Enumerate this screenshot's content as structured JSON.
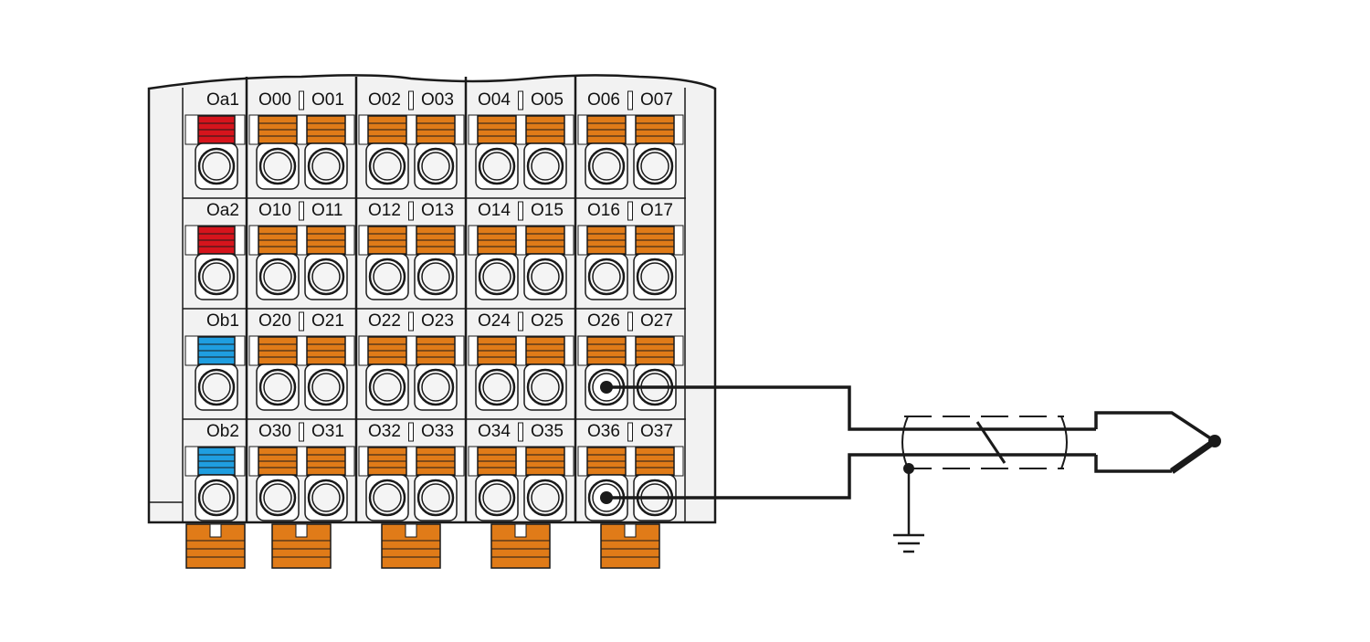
{
  "colors": {
    "orange": "#e07b18",
    "red": "#d6141c",
    "blue": "#1f9ee0",
    "housing": "#f2f2f2",
    "line": "#1a1a1a"
  },
  "modules": [
    {
      "id": "supply",
      "labels": [
        "Oa1",
        "Oa2",
        "Ob1",
        "Ob2"
      ],
      "led_colors": [
        "red",
        "red",
        "blue",
        "blue"
      ],
      "connected": [
        false,
        false,
        false,
        false
      ]
    },
    {
      "id": "module-1",
      "rows": [
        [
          "O00",
          "O01"
        ],
        [
          "O10",
          "O11"
        ],
        [
          "O20",
          "O21"
        ],
        [
          "O30",
          "O31"
        ]
      ],
      "connected": [
        [
          false,
          false
        ],
        [
          false,
          false
        ],
        [
          false,
          false
        ],
        [
          false,
          false
        ]
      ]
    },
    {
      "id": "module-2",
      "rows": [
        [
          "O02",
          "O03"
        ],
        [
          "O12",
          "O13"
        ],
        [
          "O22",
          "O23"
        ],
        [
          "O32",
          "O33"
        ]
      ],
      "connected": [
        [
          false,
          false
        ],
        [
          false,
          false
        ],
        [
          false,
          false
        ],
        [
          false,
          false
        ]
      ]
    },
    {
      "id": "module-3",
      "rows": [
        [
          "O04",
          "O05"
        ],
        [
          "O14",
          "O15"
        ],
        [
          "O24",
          "O25"
        ],
        [
          "O34",
          "O35"
        ]
      ],
      "connected": [
        [
          false,
          false
        ],
        [
          false,
          false
        ],
        [
          false,
          false
        ],
        [
          false,
          false
        ]
      ]
    },
    {
      "id": "module-4",
      "rows": [
        [
          "O06",
          "O07"
        ],
        [
          "O16",
          "O17"
        ],
        [
          "O26",
          "O27"
        ],
        [
          "O36",
          "O37"
        ]
      ],
      "connected": [
        [
          false,
          false
        ],
        [
          false,
          false
        ],
        [
          true,
          false
        ],
        [
          true,
          false
        ]
      ]
    }
  ],
  "wiring": {
    "cable": "shielded twisted pair",
    "shield_ground": "earth-ground-icon",
    "sensor": "thermocouple-icon",
    "terminals": [
      "O26",
      "O36"
    ]
  }
}
